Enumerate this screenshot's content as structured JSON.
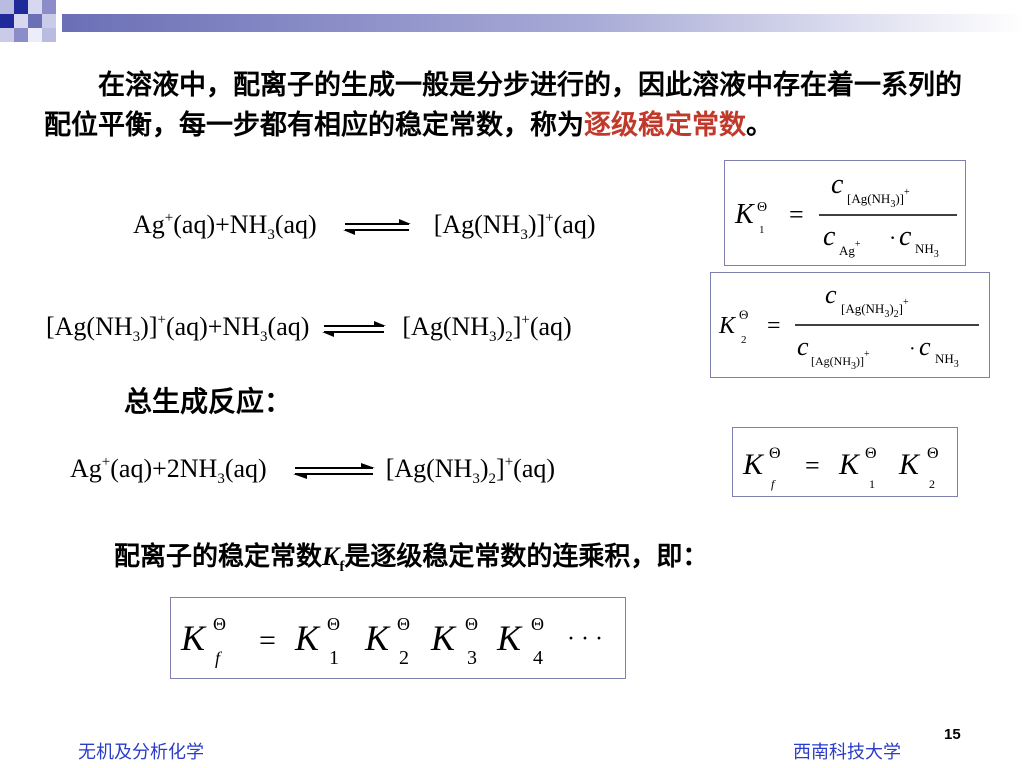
{
  "slide": {
    "intro_text": "在溶液中，配离子的生成一般是分步进行的，因此溶液中存在着一系列的配位平衡，每一步都有相应的稳定常数，称为",
    "intro_highlight": "逐级稳定常数",
    "intro_end": "。",
    "subtitle": "总生成反应：",
    "note_prefix": "配离子的稳定常数",
    "note_K": "K",
    "note_f": "f",
    "note_suffix": "是逐级稳定常数的连乘积，即："
  },
  "reactions": {
    "r1_left": "Ag",
    "r1_left_charge": "+",
    "r1_left_rest": "(aq)+NH",
    "r1_left_sub": "3",
    "r1_left_end": "(aq)",
    "r1_right": "[Ag(NH",
    "r1_right_sub": "3",
    "r1_right_mid": ")]",
    "r1_right_charge": "+",
    "r1_right_end": "(aq)",
    "r2_left": "[Ag(NH",
    "r2_left_sub": "3",
    "r2_left_mid": ")]",
    "r2_left_charge": "+",
    "r2_left_rest": "(aq)+NH",
    "r2_left_sub2": "3",
    "r2_left_end": "(aq)",
    "r2_right": "[Ag(NH",
    "r2_right_sub": "3",
    "r2_right_mid": ")",
    "r2_right_sub2": "2",
    "r2_right_mid2": "]",
    "r2_right_charge": "+",
    "r2_right_end": "(aq)",
    "r3_left": "Ag",
    "r3_left_charge": "+",
    "r3_left_rest": "(aq)+2NH",
    "r3_left_sub": "3",
    "r3_left_end": "(aq)",
    "r3_right": "[Ag(NH",
    "r3_right_sub": "3",
    "r3_right_mid": ")",
    "r3_right_sub2": "2",
    "r3_right_mid2": "]",
    "r3_right_charge": "+",
    "r3_right_end": "(aq)"
  },
  "formulas": {
    "K": "K",
    "theta": "Θ",
    "c": "c",
    "eq": "=",
    "dot": "·",
    "f1_sub": "1",
    "f1_num_sub": "[Ag(NH",
    "f1_num_sub2": "3",
    "f1_num_sub3": ")]",
    "f1_num_charge": "+",
    "f1_den_ag": "Ag",
    "f1_den_ag_charge": "+",
    "f1_den_nh": "NH",
    "f1_den_nh_sub": "3",
    "f2_sub": "2",
    "f2_num_sub": "[Ag(NH",
    "f2_num_sub2": "3",
    "f2_num_sub3": ")",
    "f2_num_sub4": "2",
    "f2_num_sub5": "]",
    "f2_num_charge": "+",
    "f2_den_sub": "[Ag(NH",
    "f2_den_sub2": "3",
    "f2_den_sub3": ")]",
    "f2_den_charge": "+",
    "f2_den_nh": "NH",
    "f2_den_nh_sub": "3",
    "f3_left_sub": "f",
    "f3_r1": "1",
    "f3_r2": "2",
    "f4_left_sub": "f",
    "f4_1": "1",
    "f4_2": "2",
    "f4_3": "3",
    "f4_4": "4",
    "f4_dots": "· · ·"
  },
  "footer": {
    "left": "无机及分析化学",
    "right": "西南科技大学",
    "page": "15"
  }
}
